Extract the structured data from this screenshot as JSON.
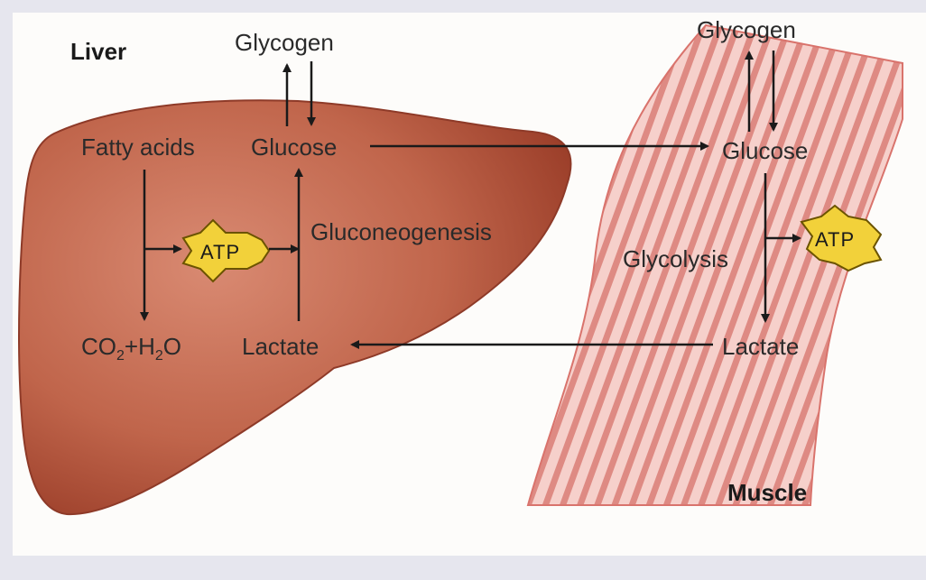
{
  "liver": {
    "title": "Liver",
    "glycogen": "Glycogen",
    "glucose": "Glucose",
    "fatty_acids": "Fatty acids",
    "atp": "ATP",
    "gluconeogenesis": "Gluconeogenesis",
    "co2": "CO",
    "co2_sub": "2",
    "plus_h": "+H",
    "h2o_sub": "2",
    "o": "O",
    "lactate": "Lactate"
  },
  "muscle": {
    "title": "Muscle",
    "glycogen": "Glycogen",
    "glucose": "Glucose",
    "glycolysis": "Glycolysis",
    "atp": "ATP",
    "lactate": "Lactate"
  },
  "colors": {
    "background": "#e6e6ee",
    "panel": "#fdfcfa",
    "liver": "#b4553e",
    "muscle": "#f3c7c2",
    "muscle_stripe": "#d9736c",
    "atp_fill": "#f2d13a",
    "arrow": "#1a1a1a"
  }
}
